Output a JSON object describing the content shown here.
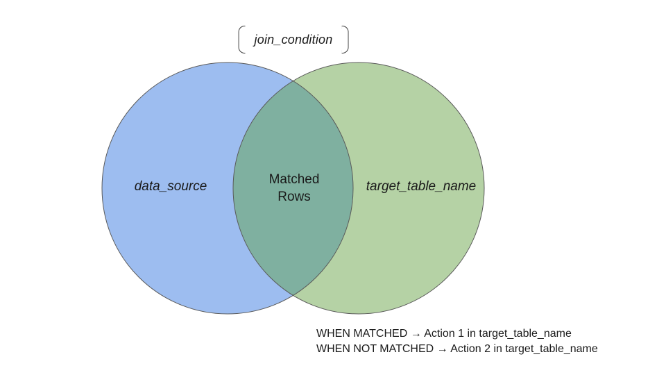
{
  "venn": {
    "top_label": "join_condition",
    "stroke_color": "#595959",
    "left_circle": {
      "label": "data_source",
      "fill": "#9dbdf0"
    },
    "right_circle": {
      "label": "target_table_name",
      "fill": "#b5d2a5"
    },
    "overlap": {
      "label_line1": "Matched",
      "label_line2": "Rows",
      "fill": "#7fb0a0"
    }
  },
  "notes": [
    "WHEN MATCHED → Action 1 in target_table_name",
    "WHEN NOT MATCHED → Action 2 in target_table_name"
  ]
}
